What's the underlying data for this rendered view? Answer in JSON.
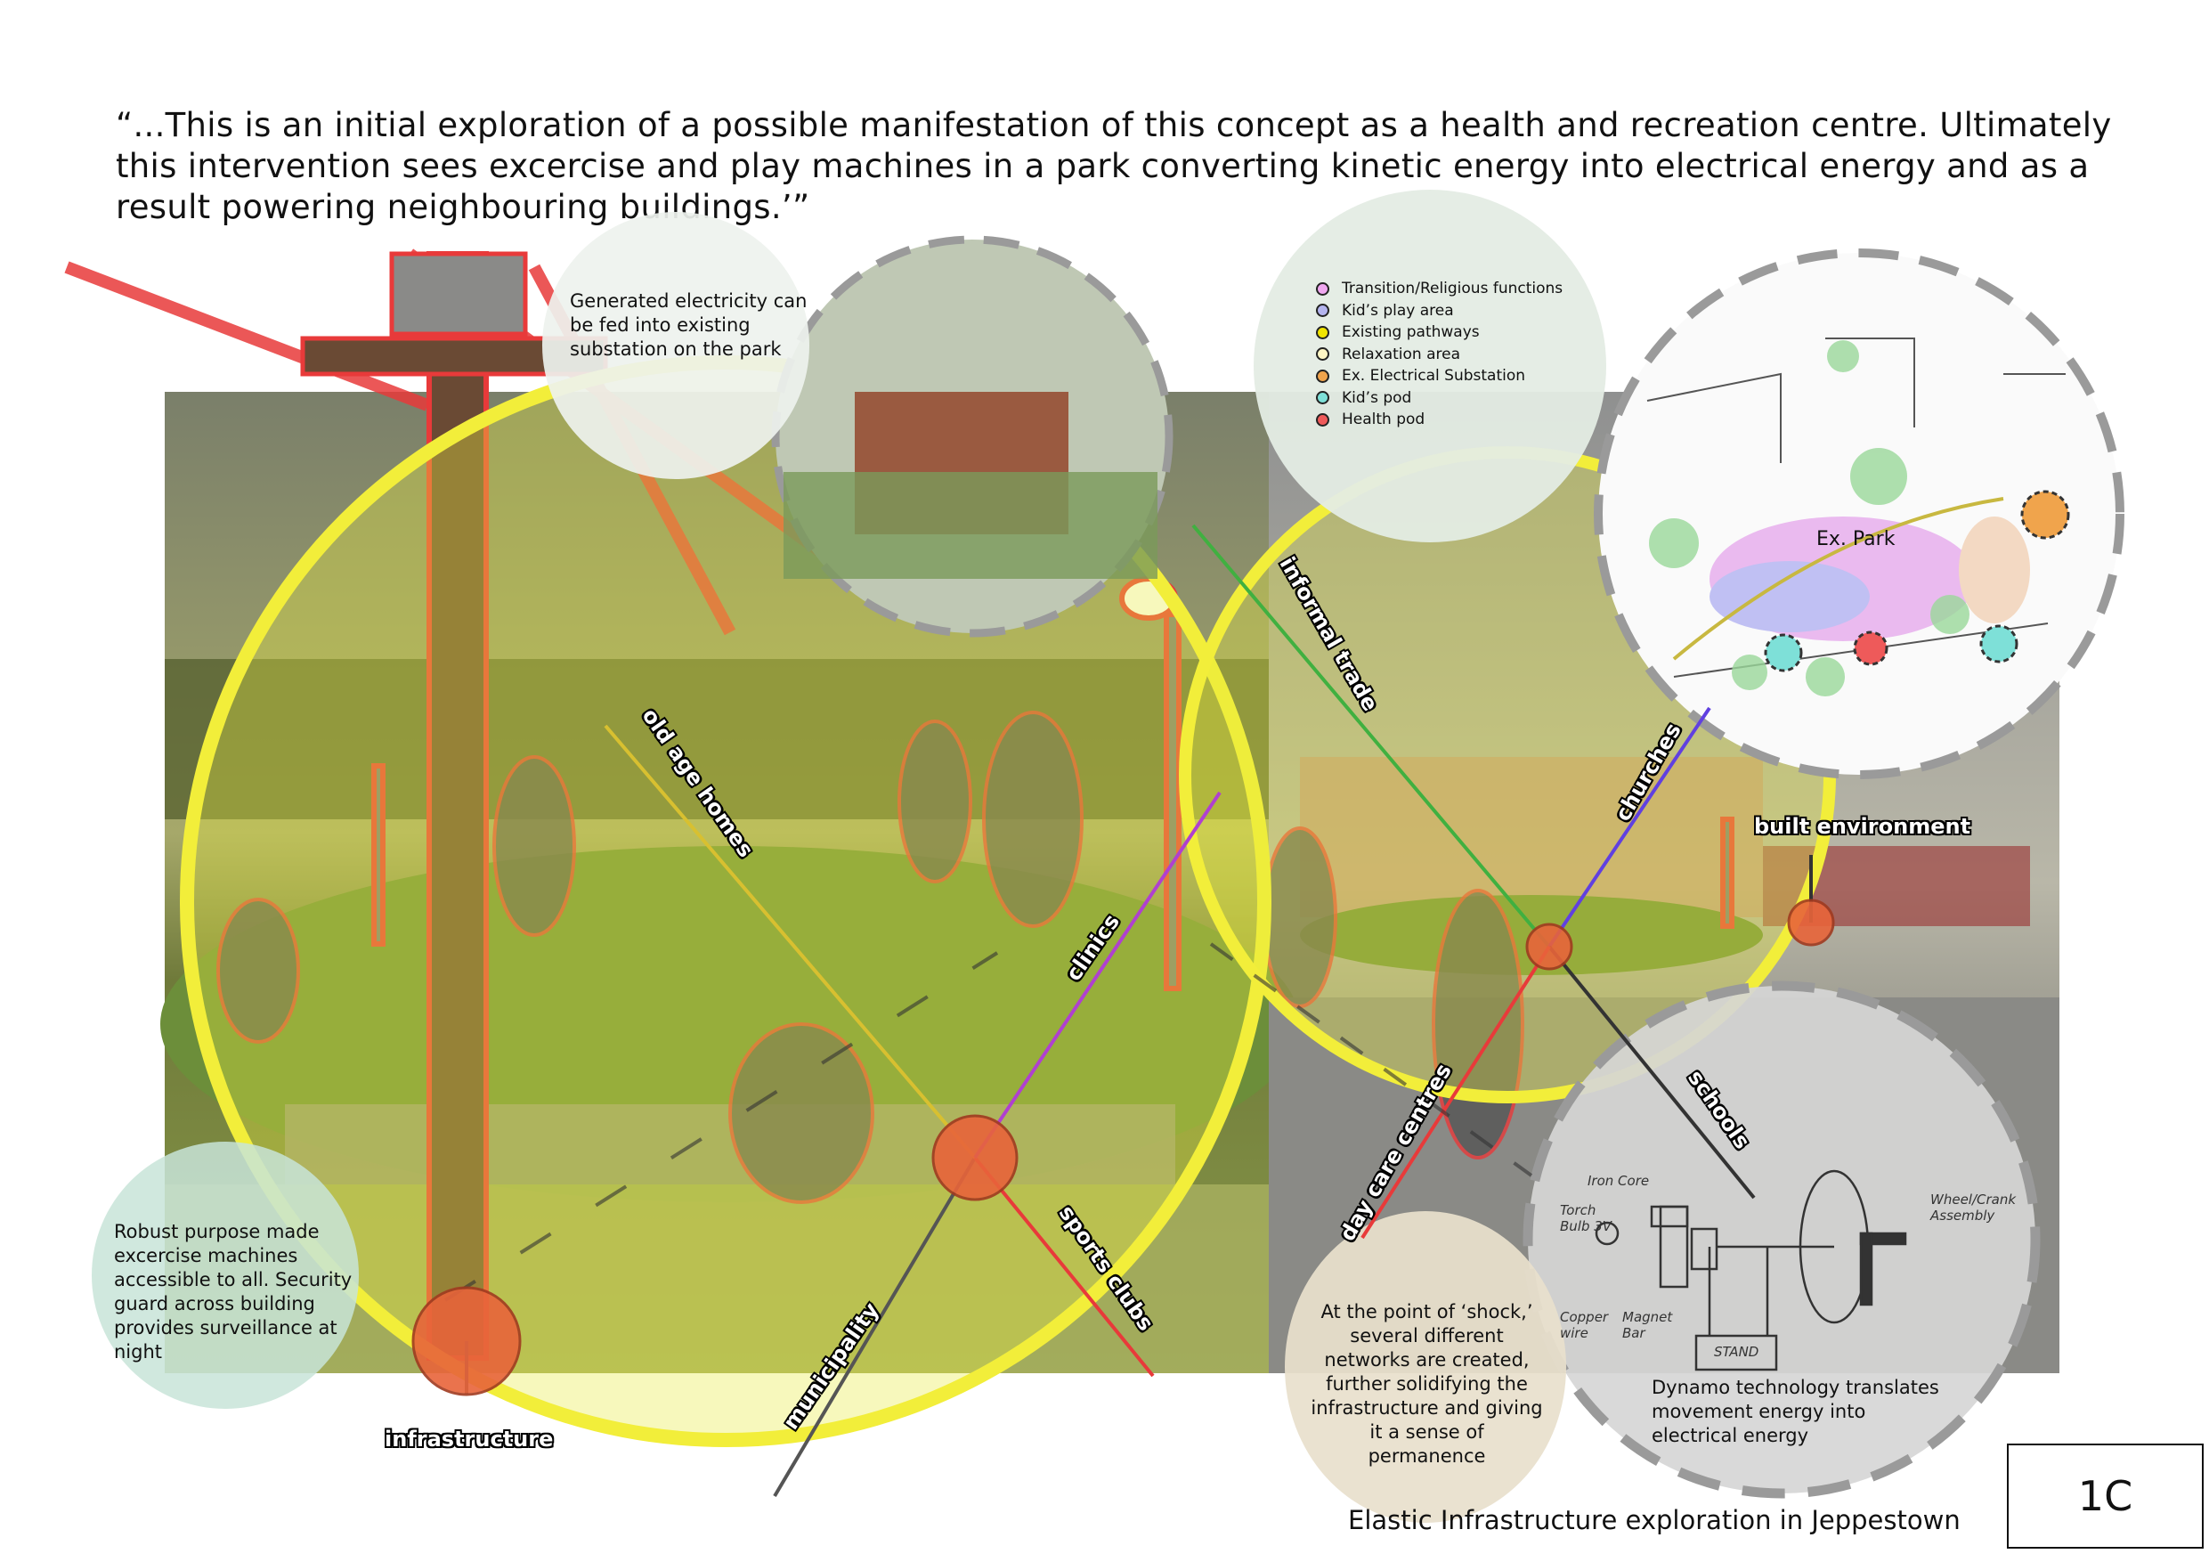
{
  "quote": "“...This is an initial exploration of a possible manifestation of this concept as a health and recreation centre. Ultimately this intervention sees excercise and play machines in a park converting kinetic energy into electrical energy and as a result powering neighbouring buildings.’”",
  "notes": {
    "generated_electricity": "Generated electricity can be fed into existing substation on the park",
    "robust_machines": "Robust purpose made excercise machines accessible to all. Security guard across building provides surveillance at night",
    "point_of_shock": "At the point of ‘shock,’ several different networks are created, further solidifying the infrastructure and giving it a sense of permanence",
    "dynamo": "Dynamo technology translates movement energy into electrical energy"
  },
  "legend": [
    {
      "label": "Transition/Religious functions",
      "color": "#f0a8f0"
    },
    {
      "label": "Kid’s play area",
      "color": "#b4b4ee"
    },
    {
      "label": "Existing pathways",
      "color": "#f0e400"
    },
    {
      "label": "Relaxation area",
      "color": "#fdf6c4"
    },
    {
      "label": "Ex. Electrical Substation",
      "color": "#f0a44c"
    },
    {
      "label": "Kid’s pod",
      "color": "#7ee0d8"
    },
    {
      "label": "Health pod",
      "color": "#ee5a5a"
    }
  ],
  "map_label": "Ex. Park",
  "network_labels": {
    "infrastructure": "infrastructure",
    "municipality": "municipality",
    "sports_clubs": "sports clubs",
    "old_age_homes": "old age homes",
    "clinics": "clinics",
    "informal_trade": "informal trade",
    "churches": "churches",
    "built_environment": "built environment",
    "schools": "schools",
    "day_care_centres": "day care centres"
  },
  "dynamo_sketch": {
    "iron_core": "Iron Core",
    "torch_bulb": "Torch Bulb 3V",
    "copper_wire": "Copper wire",
    "magnet_bar": "Magnet Bar",
    "stand": "STAND",
    "wheel": "Wheel/Crank Assembly"
  },
  "caption": "Elastic Infrastructure exploration in Jeppestown",
  "sheet_tag": "1C",
  "colors": {
    "yellow_ring": "#f2ee3a",
    "node": "#e8643a",
    "pole_outline": "#e83a3a"
  }
}
